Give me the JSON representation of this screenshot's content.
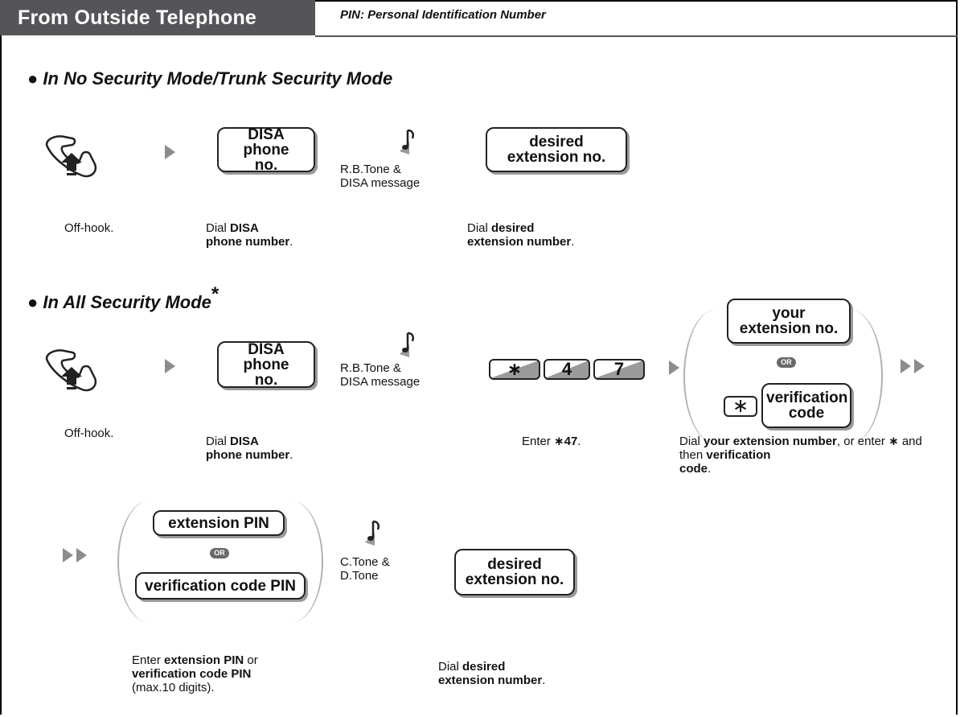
{
  "header": {
    "title": "From Outside Telephone",
    "pin_note": "PIN: Personal Identification Number"
  },
  "section1": {
    "heading": "In No Security Mode/Trunk Security Mode",
    "disa_key": "DISA phone no.",
    "tone_label_1": "R.B.Tone &",
    "tone_label_2": "DISA message",
    "ext_key": "desired extension no.",
    "offhook": "Off-hook.",
    "dial_prefix": "Dial ",
    "dial_disa_bold_1": "DISA",
    "dial_disa_bold_2": "phone number",
    "period": ".",
    "dial_ext_bold_1": "desired",
    "dial_ext_bold_2": "extension number"
  },
  "section2": {
    "heading": "In All Security Mode",
    "star_mark": "*",
    "disa_key": "DISA phone no.",
    "tone_label_1": "R.B.Tone &",
    "tone_label_2": "DISA message",
    "keys": [
      "∗",
      "4",
      "7"
    ],
    "your_ext_key": "your extension no.",
    "or_label": "OR",
    "star_key": "∗",
    "verif_key": "verification code",
    "offhook": "Off-hook.",
    "dial_prefix": "Dial ",
    "dial_disa_bold_1": "DISA",
    "dial_disa_bold_2": "phone number",
    "period": ".",
    "enter_prefix": "Enter ",
    "enter_code": "∗47",
    "dial_your_ext_bold": "your extension number",
    "or_enter": ", or enter ",
    "and_then": " and then ",
    "verification_bold": "verification",
    "code_bold": "code"
  },
  "section3": {
    "ext_pin_key": "extension PIN",
    "or_label": "OR",
    "verif_pin_key": "verification code PIN",
    "tone_label_1": "C.Tone &",
    "tone_label_2": "D.Tone",
    "ext_key": "desired extension no.",
    "enter_prefix": "Enter ",
    "ext_pin_bold": "extension PIN",
    "or_word": " or",
    "verif_pin_bold": "verification code PIN",
    "max_digits": "(max.10 digits).",
    "dial_prefix": "Dial ",
    "dial_ext_bold_1": "desired",
    "dial_ext_bold_2": "extension number",
    "period": "."
  },
  "icons": [
    "handset-offhook-icon",
    "arrow-right-icon",
    "double-arrow-icon",
    "music-note-icon",
    "or-badge-icon"
  ],
  "colors": {
    "header_bg": "#555559",
    "arrow": "#8c8c8c",
    "shadow": "#9a9a9a"
  }
}
